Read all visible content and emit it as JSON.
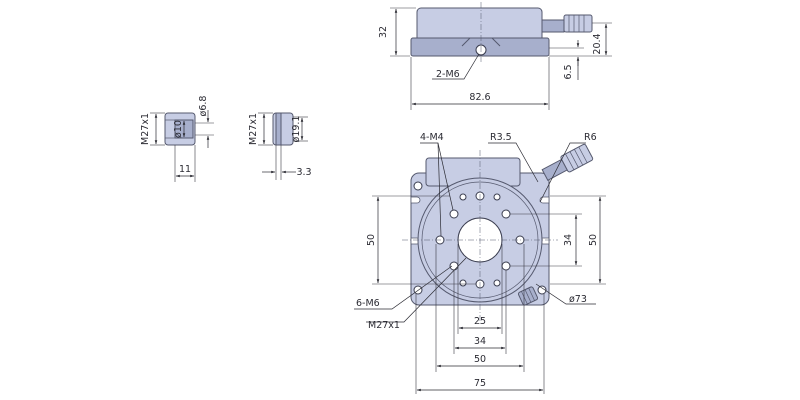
{
  "dims": {
    "height_32": "32",
    "knob_20_4": "20.4",
    "base_6_5": "6.5",
    "length_82_6": "82.6",
    "thread_2_m6": "2-M6",
    "side1_thread": "M27x1",
    "side1_dia_10": "ø10",
    "side1_dia_6_8": "ø6.8",
    "side1_len_11": "11",
    "side2_thread": "M27x1",
    "side2_dia_19_1": "ø19.1",
    "side2_len_3_3": "3.3",
    "top_4_m4": "4-M4",
    "top_r3_5": "R3.5",
    "top_r6": "R6",
    "top_left_50": "50",
    "top_right_34": "34",
    "top_right_50": "50",
    "top_6_m6": "6-M6",
    "top_m27x1": "M27x1",
    "top_dia_73": "ø73",
    "bottom_25": "25",
    "bottom_34": "34",
    "bottom_50": "50",
    "bottom_75": "75"
  },
  "colors": {
    "body": "#c7cde4",
    "body_shadow": "#a7afcc",
    "outline": "#55596e",
    "dimension": "#2b2b33"
  }
}
